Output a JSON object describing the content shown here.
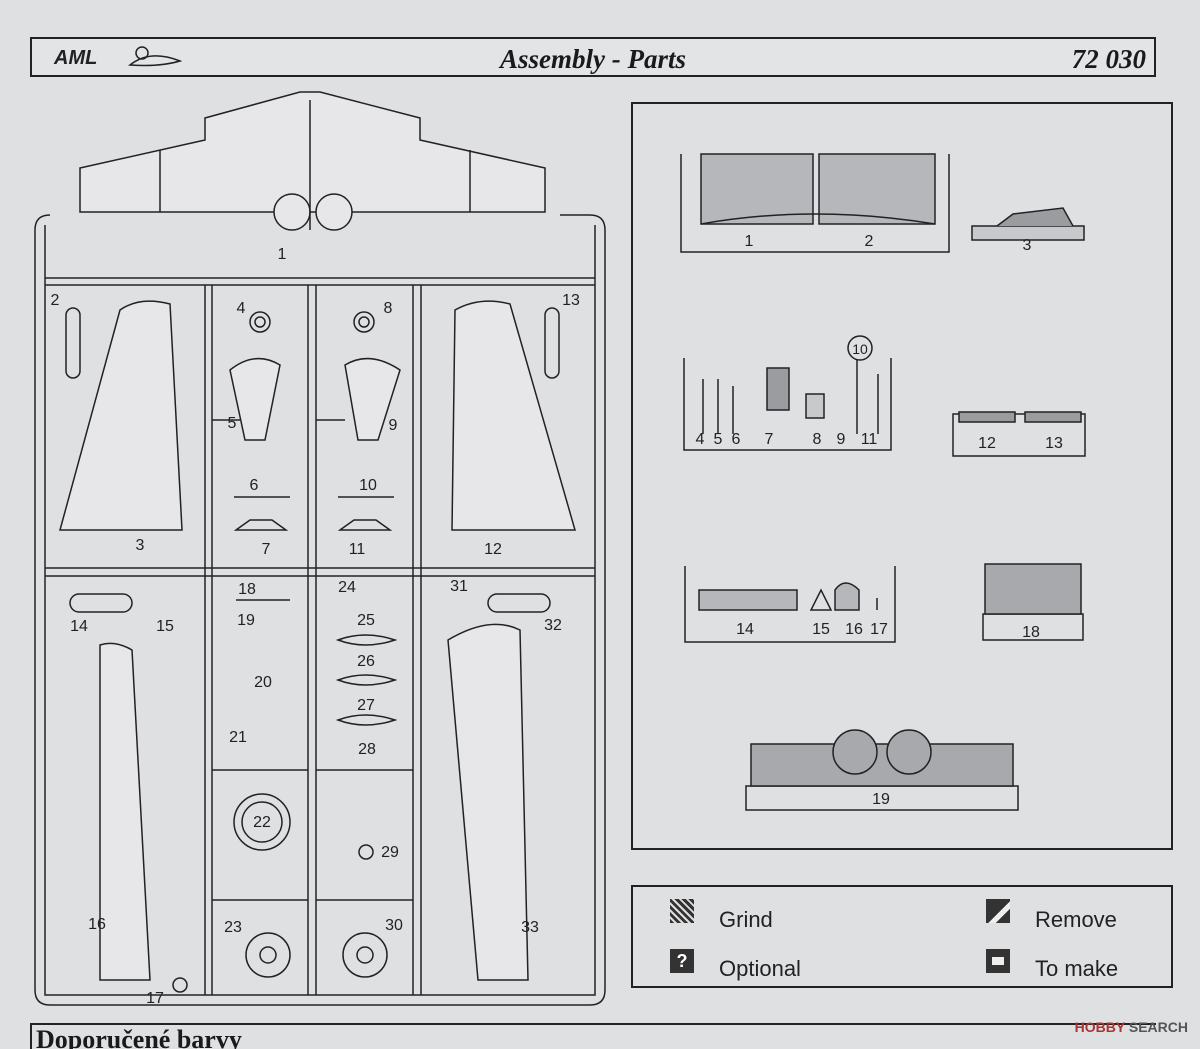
{
  "header": {
    "logo_text": "AML",
    "title": "Assembly - Parts",
    "code": "72 030"
  },
  "sprue_labels": [
    "1",
    "2",
    "3",
    "4",
    "5",
    "6",
    "7",
    "8",
    "9",
    "10",
    "11",
    "12",
    "13",
    "14",
    "15",
    "16",
    "17",
    "18",
    "19",
    "20",
    "21",
    "22",
    "23",
    "24",
    "25",
    "26",
    "27",
    "28",
    "29",
    "30",
    "31",
    "32",
    "33"
  ],
  "parts_panel": {
    "group1": [
      "1",
      "2",
      "3"
    ],
    "group2": [
      "4",
      "5",
      "6",
      "7",
      "8",
      "9",
      "11",
      "10",
      "12",
      "13"
    ],
    "group3": [
      "14",
      "15",
      "16",
      "17",
      "18"
    ],
    "group4": [
      "19"
    ]
  },
  "legend": {
    "grind": "Grind",
    "optional": "Optional",
    "optional_symbol": "?",
    "remove": "Remove",
    "to_make": "To make"
  },
  "bottom_title": "Doporučené barvy",
  "watermark": {
    "brand": "HOBBY",
    "suffix": "SEARCH"
  }
}
